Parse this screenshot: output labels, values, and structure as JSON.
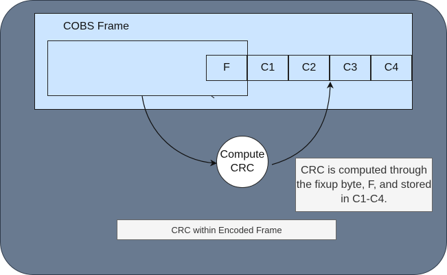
{
  "diagram": {
    "frame_title": "COBS Frame",
    "cells": [
      "F",
      "C1",
      "C2",
      "C3",
      "C4"
    ],
    "compute_label": "Compute CRC",
    "note": "CRC is computed through the fixup byte, F, and stored in C1-C4.",
    "caption": "CRC within Encoded Frame"
  },
  "colors": {
    "background": "#697a90",
    "frame_fill": "#cce5ff",
    "box_fill": "#f5f5f5"
  }
}
